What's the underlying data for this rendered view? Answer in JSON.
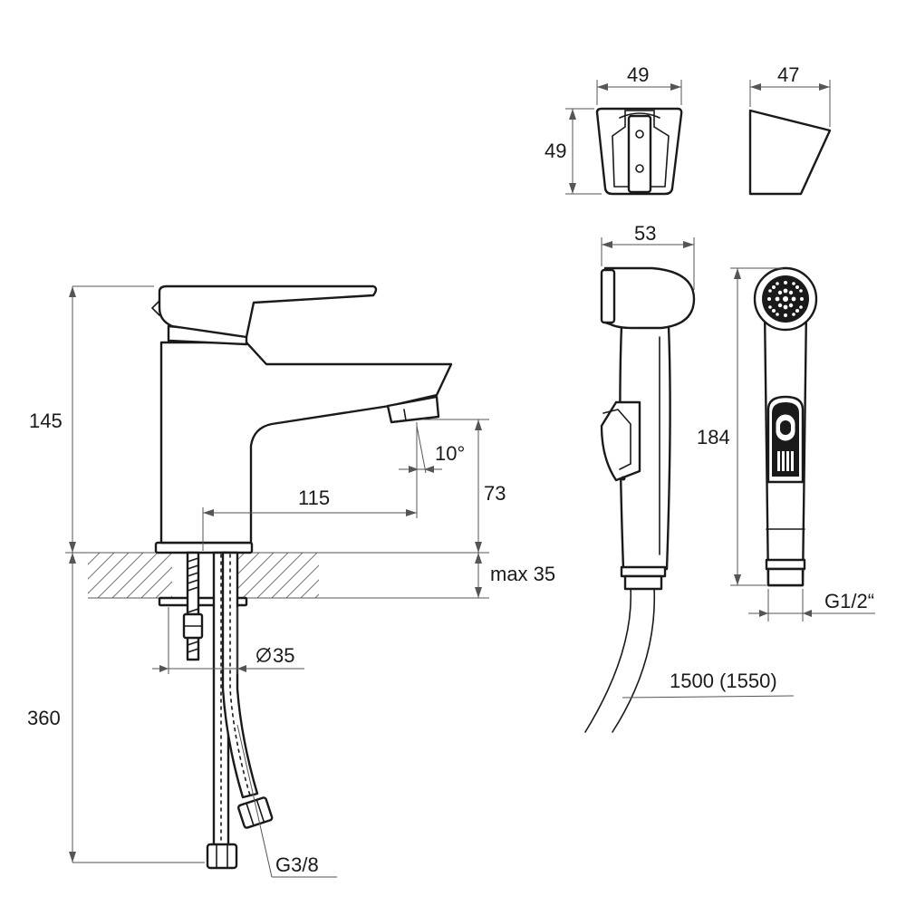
{
  "labels": {
    "height_faucet": "145",
    "spout_reach": "115",
    "spray_angle": "10°",
    "spout_height": "73",
    "max_thickness": "max 35",
    "hole_diameter": "35",
    "hose_length_supply": "360",
    "supply_thread": "G3/8",
    "holder_width": "49",
    "holder_height": "49",
    "holder_depth": "47",
    "shower_width": "53",
    "shower_length": "184",
    "shower_thread": "G1/2“",
    "hose_length_shower": "1500 (1550)"
  }
}
